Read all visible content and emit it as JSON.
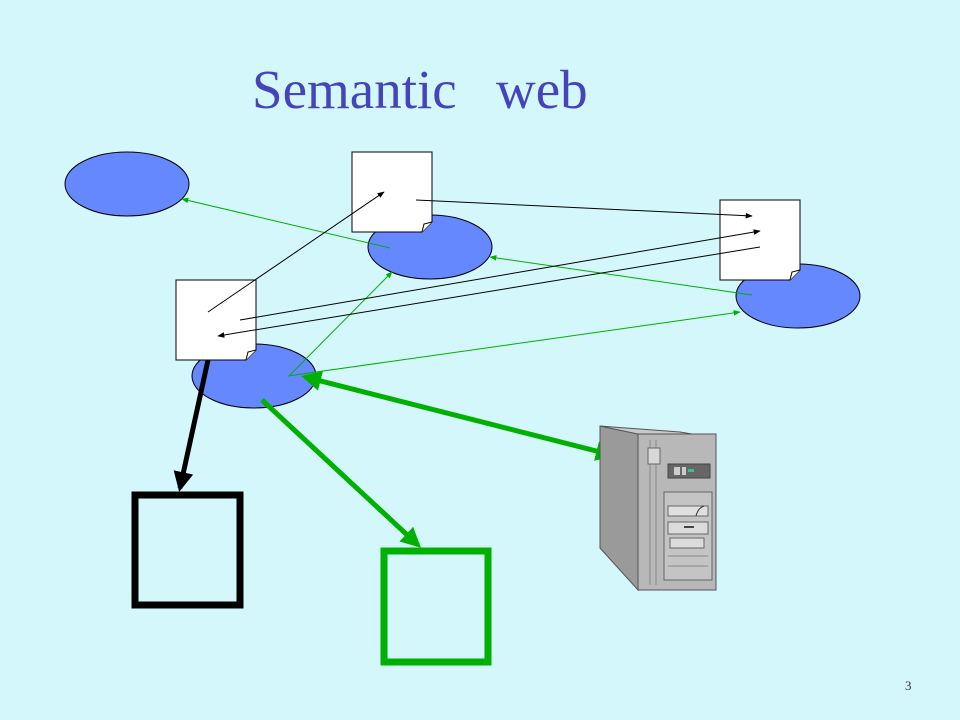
{
  "slide": {
    "title_word_1": "Semantic",
    "title_word_2": "web",
    "page_number": "3"
  },
  "colors": {
    "background": "#d4f7fb",
    "title": "#4444bb",
    "node_fill": "#6688ff",
    "green_link": "#00b000",
    "black_link": "#000000"
  }
}
